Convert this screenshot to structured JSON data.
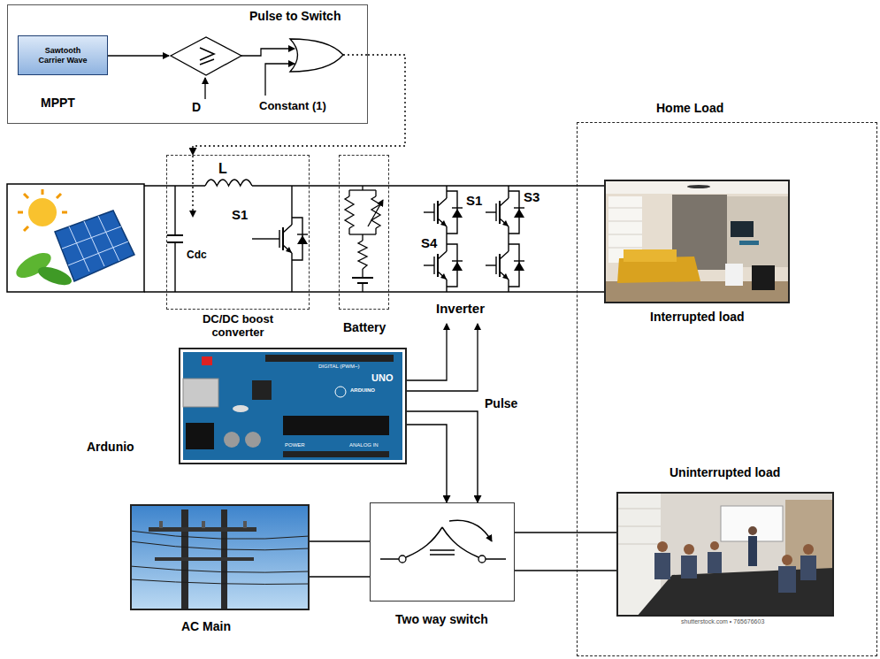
{
  "diagram": {
    "nodes": [
      {
        "text": [
          "Pulse to Switch",
          "MPPT"
        ]
      },
      {
        "text": [
          "Sawtooth Carrier Wave"
        ],
        "in": 0
      },
      {
        "text": [
          "DC/DC boost converter"
        ]
      },
      {
        "text": [
          "Battery"
        ]
      },
      {
        "text": [
          "Home Load"
        ]
      },
      {
        "text": [
          "Interrupted load"
        ],
        "in": 4
      },
      {
        "text": [
          "Ardunio"
        ]
      },
      {
        "text": [
          "AC Main"
        ]
      },
      {
        "text": [
          "Two way switch"
        ]
      },
      {
        "text": [
          "Uninterrupted load"
        ],
        "in": 4
      }
    ],
    "edges": [
      {
        "from": 0,
        "to": 2,
        "arrow": "to"
      },
      {
        "from": 2,
        "to": 3,
        "arrow": "none"
      },
      {
        "from": 2,
        "to": 3,
        "arrow": "none"
      },
      {
        "from": 6,
        "to": 8,
        "arrow": "to"
      },
      {
        "from": 6,
        "to": 8,
        "arrow": "to"
      },
      {
        "from": 7,
        "to": 8,
        "arrow": "none"
      },
      {
        "from": 7,
        "to": 8,
        "arrow": "none"
      },
      {
        "from": 8,
        "to": 9,
        "arrow": "none"
      },
      {
        "from": 8,
        "to": 9,
        "arrow": "none"
      }
    ],
    "labels": [
      "D",
      "Constant (1)",
      "L",
      "S1",
      "Cdc",
      "S1",
      "S3",
      "S4",
      "Inverter",
      "Pulse",
      "DIGITAL (PWM~)",
      "UNO",
      "ARDUINO",
      "POWER",
      "ANALOG IN",
      "shutterstock.com • 765676603"
    ]
  }
}
